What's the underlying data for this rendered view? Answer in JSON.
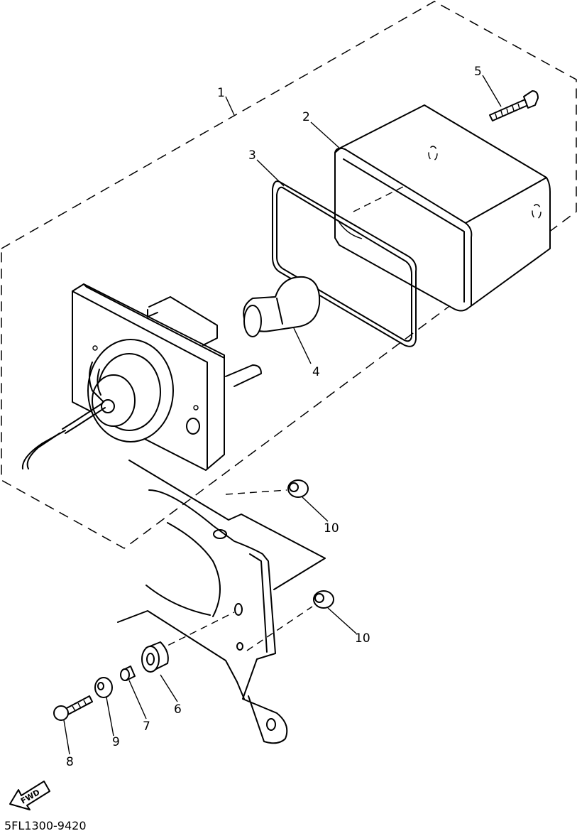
{
  "diagram_code": "5FL1300-9420",
  "fwd_label": "FWD",
  "callouts": {
    "c1": "1",
    "c2": "2",
    "c3": "3",
    "c4": "4",
    "c5": "5",
    "c6": "6",
    "c7": "7",
    "c8": "8",
    "c9": "9",
    "c10a": "10",
    "c10b": "10"
  }
}
